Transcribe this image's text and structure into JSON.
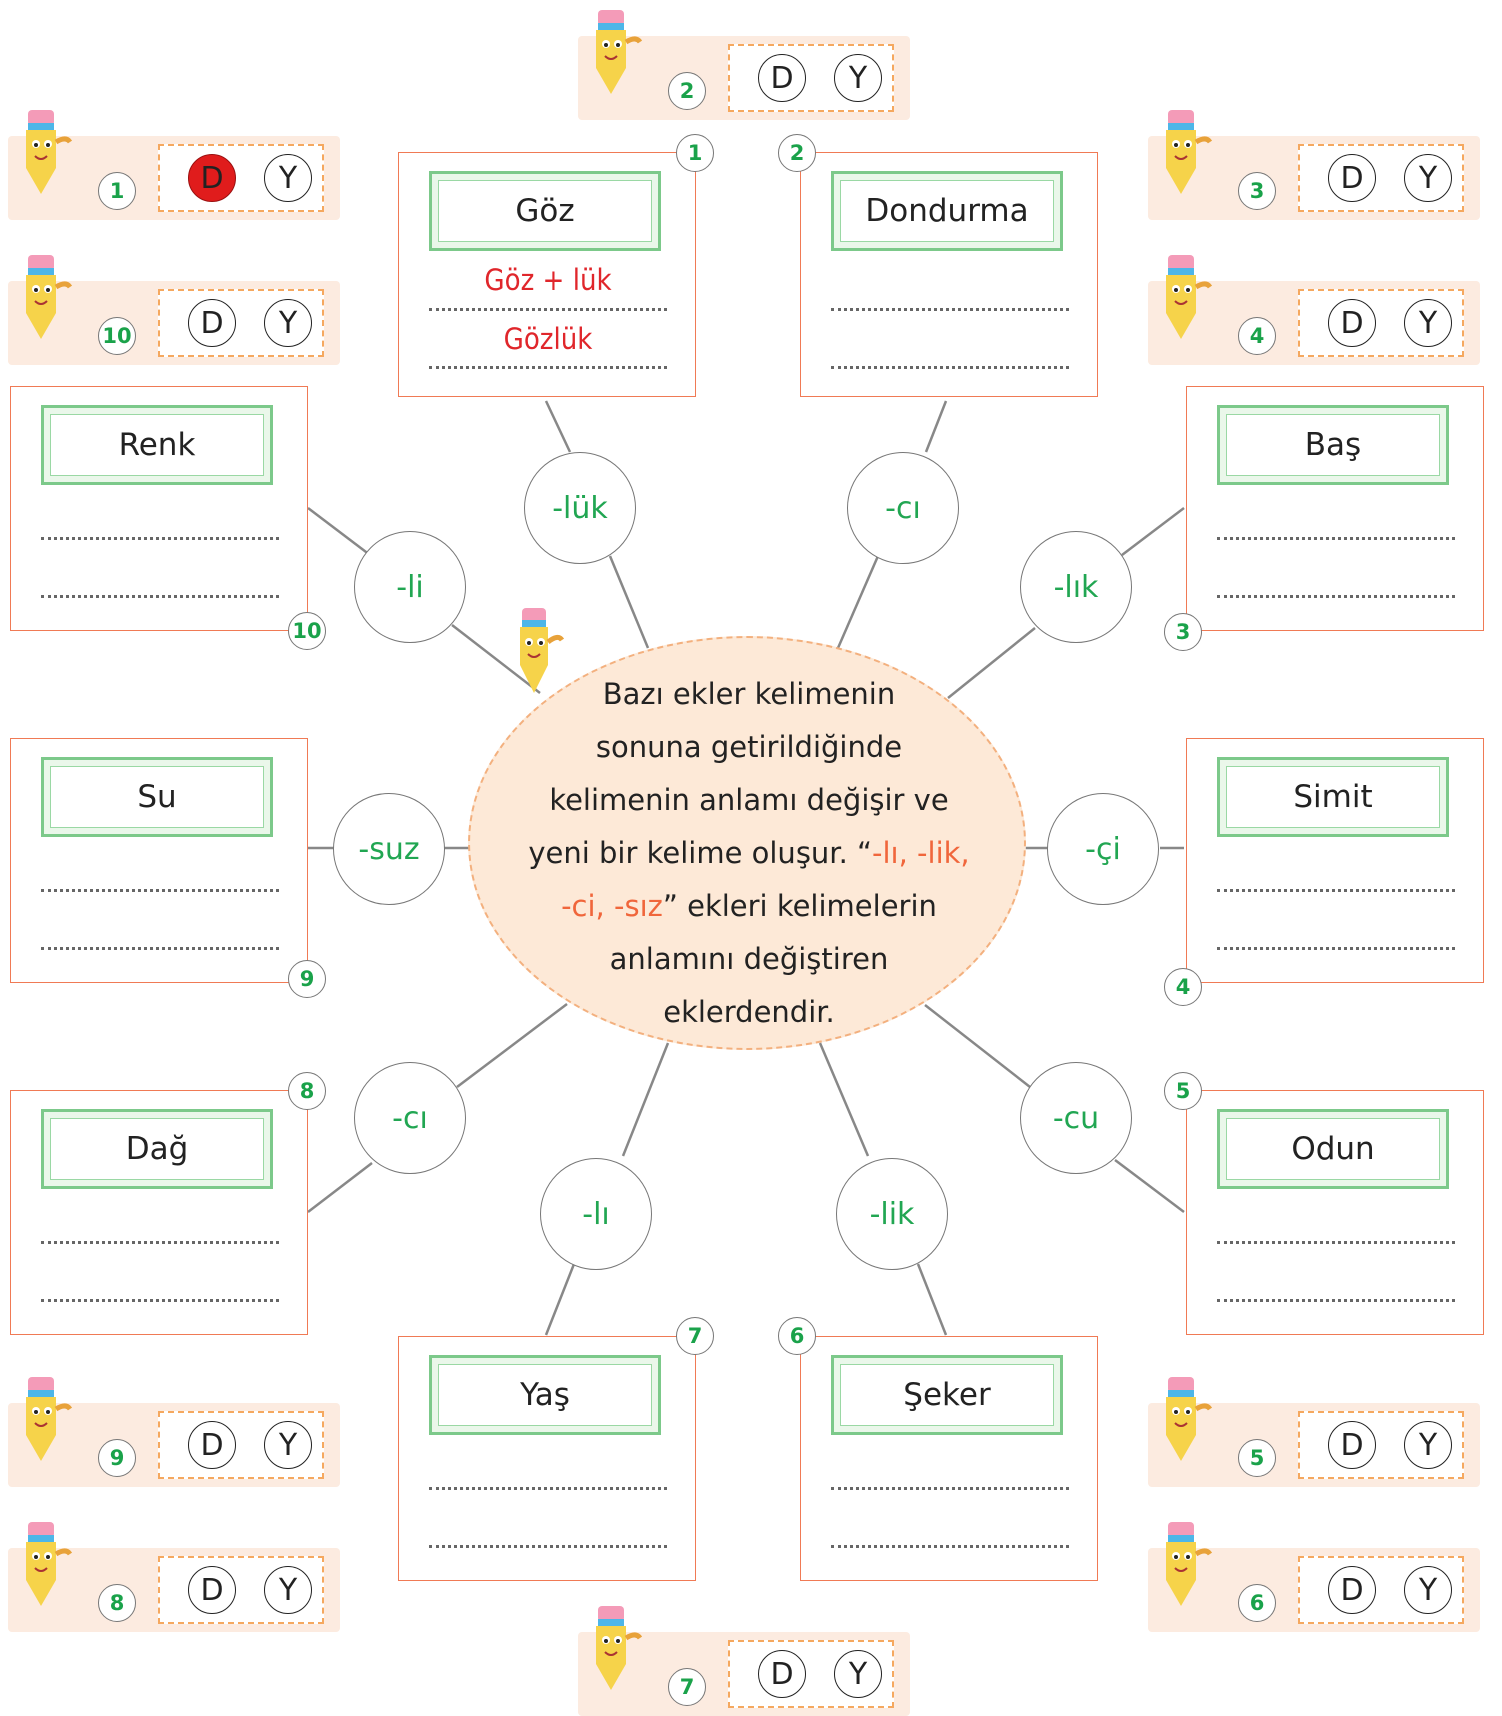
{
  "center_text": {
    "line1": "Bazı ekler kelimenin",
    "line2": "sonuna getirildiğinde",
    "line3": "kelimenin anlamı değişir ve",
    "line4_a": "yeni bir kelime oluşur. “",
    "line4_b": "-lı, -lik,",
    "line5_a": "-ci, -sız",
    "line5_b": "” ekleri kelimelerin",
    "line6": "anlamını değiştiren",
    "line7": "eklerdendir."
  },
  "cards": [
    {
      "num": "1",
      "word": "Göz",
      "suffix": "-lük",
      "answer1": "Göz + lük",
      "answer2": "Gözlük"
    },
    {
      "num": "2",
      "word": "Dondurma",
      "suffix": "-cı"
    },
    {
      "num": "3",
      "word": "Baş",
      "suffix": "-lık"
    },
    {
      "num": "4",
      "word": "Simit",
      "suffix": "-çi"
    },
    {
      "num": "5",
      "word": "Odun",
      "suffix": "-cu"
    },
    {
      "num": "6",
      "word": "Şeker",
      "suffix": "-lik"
    },
    {
      "num": "7",
      "word": "Yaş",
      "suffix": "-lı"
    },
    {
      "num": "8",
      "word": "Dağ",
      "suffix": "-cı"
    },
    {
      "num": "9",
      "word": "Su",
      "suffix": "-suz"
    },
    {
      "num": "10",
      "word": "Renk",
      "suffix": "-li"
    }
  ],
  "answer_boxes": [
    {
      "num": "1",
      "d": "D",
      "y": "Y",
      "selected": "D"
    },
    {
      "num": "2",
      "d": "D",
      "y": "Y"
    },
    {
      "num": "3",
      "d": "D",
      "y": "Y"
    },
    {
      "num": "4",
      "d": "D",
      "y": "Y"
    },
    {
      "num": "5",
      "d": "D",
      "y": "Y"
    },
    {
      "num": "6",
      "d": "D",
      "y": "Y"
    },
    {
      "num": "7",
      "d": "D",
      "y": "Y"
    },
    {
      "num": "8",
      "d": "D",
      "y": "Y"
    },
    {
      "num": "9",
      "d": "D",
      "y": "Y"
    },
    {
      "num": "10",
      "d": "D",
      "y": "Y"
    }
  ],
  "colors": {
    "accent": "#f0663b",
    "suffix_green": "#21a652",
    "number_green": "#1aa24a",
    "answer_red": "#e0262b",
    "selected_fill": "#e01c1c"
  }
}
